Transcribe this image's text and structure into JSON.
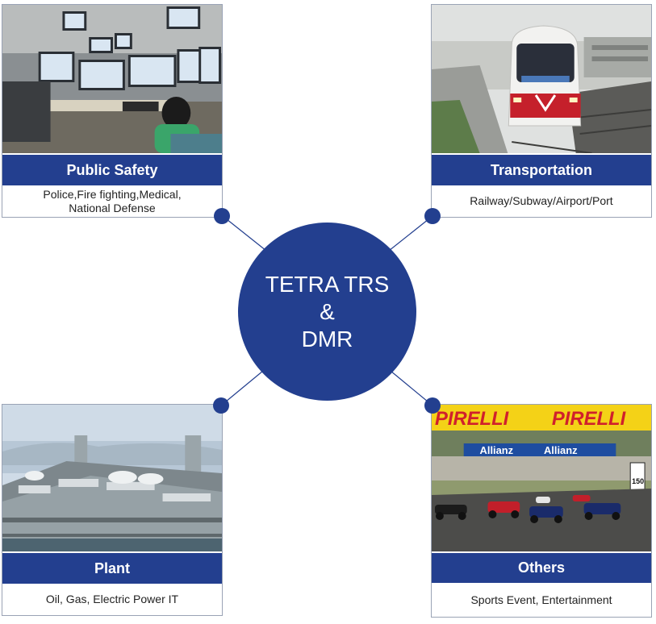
{
  "center": {
    "line1": "TETRA TRS",
    "line2": "&",
    "line3": "DMR"
  },
  "cards": {
    "public_safety": {
      "title": "Public Safety",
      "desc_line1": "Police,Fire fighting,Medical,",
      "desc_line2": "National Defense"
    },
    "transportation": {
      "title": "Transportation",
      "desc_line1": "Railway/Subway/Airport/Port"
    },
    "plant": {
      "title": "Plant",
      "desc_line1": "Oil, Gas, Electric Power IT"
    },
    "others": {
      "title": "Others",
      "desc_line1": "Sports Event, Entertainment",
      "banner_text": "PIRELLI",
      "sign_text": "Allianz",
      "board_text": "150"
    }
  },
  "colors": {
    "accent": "#233f8f",
    "connector": "#233f8f",
    "card_border": "#9aa3b5"
  }
}
